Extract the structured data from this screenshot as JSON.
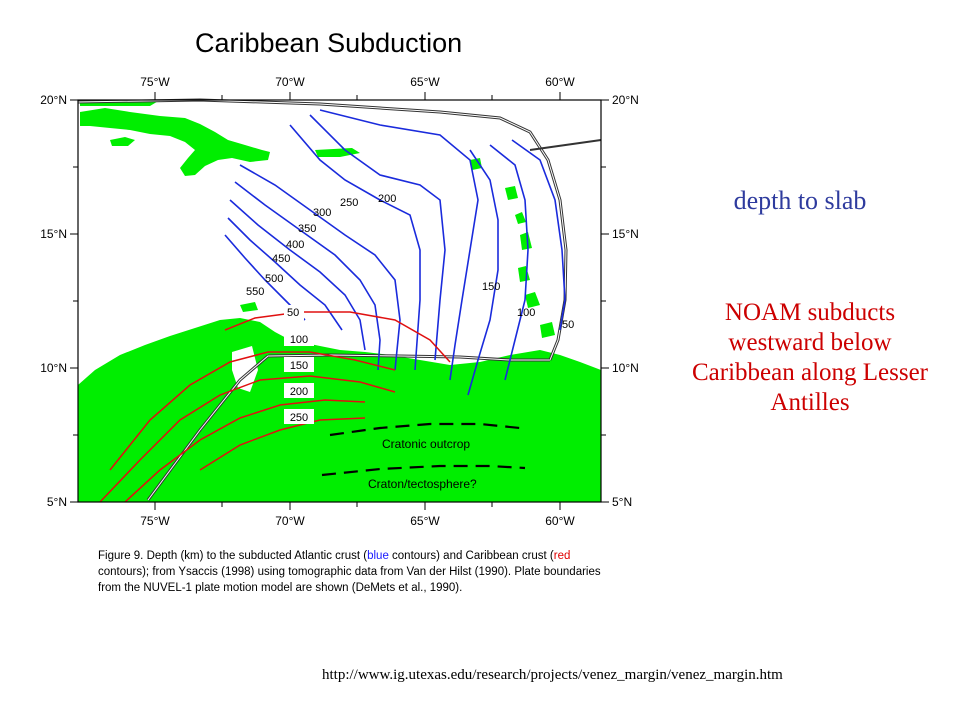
{
  "title": "Caribbean Subduction",
  "axes": {
    "lon_top": [
      "75°W",
      "70°W",
      "65°W",
      "60°W"
    ],
    "lon_bottom": [
      "75°W",
      "70°W",
      "65°W",
      "60°W"
    ],
    "lat_left": [
      "20°N",
      "15°N",
      "10°N",
      "5°N"
    ],
    "lat_right": [
      "20°N",
      "15°N",
      "10°N",
      "5°N"
    ]
  },
  "blue_contour_labels": [
    "50",
    "100",
    "150",
    "200",
    "250",
    "300",
    "350",
    "400",
    "450",
    "500",
    "550",
    "50"
  ],
  "red_contour_labels": [
    "100",
    "150",
    "200",
    "250"
  ],
  "annotations": {
    "cratonic": "Cratonic outcrop",
    "craton_tecto": "Craton/tectosphere?"
  },
  "caption": {
    "part1": "Figure 9. Depth (km) to the subducted Atlantic crust (",
    "blue_word": "blue",
    "part2": " contours) and Caribbean crust (",
    "red_word": "red",
    "part3": " contours); from Ysaccis (1998) using tomographic data from Van der Hilst (1990). Plate boundaries from the NUVEL-1 plate motion model are shown (DeMets et al., 1990)."
  },
  "side": {
    "depth_label": "depth to slab",
    "noam_text": "NOAM subducts westward below Caribbean along Lesser Antilles"
  },
  "url": "http://www.ig.utexas.edu/research/projects/venez_margin/venez_margin.htm",
  "colors": {
    "land": "#00ee00",
    "blue_contour": "#1a2bdc",
    "red_contour": "#e01010",
    "plate_boundary": "#333333"
  }
}
